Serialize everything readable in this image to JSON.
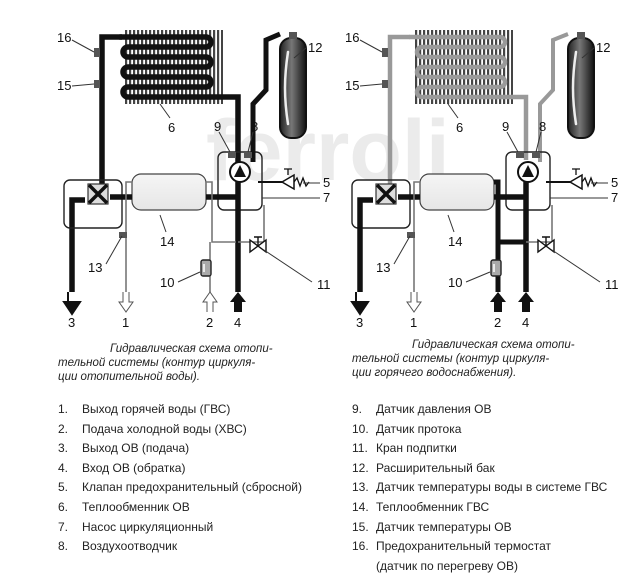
{
  "watermark": "ferroli",
  "diagram_left": {
    "labels": {
      "n16": "16",
      "n15": "15",
      "n6": "6",
      "n12": "12",
      "n9": "9",
      "n8": "8",
      "n5": "5",
      "n7": "7",
      "n14": "14",
      "n13": "13",
      "n10": "10",
      "n11": "11",
      "b3": "3",
      "b1": "1",
      "b2": "2",
      "b4": "4"
    },
    "caption": [
      "Гидравлическая схема отопи-",
      "тельной системы (контур циркуля-",
      "ции отопительной воды)."
    ]
  },
  "diagram_right": {
    "labels": {
      "n16": "16",
      "n15": "15",
      "n6": "6",
      "n12": "12",
      "n9": "9",
      "n8": "8",
      "n5": "5",
      "n7": "7",
      "n14": "14",
      "n13": "13",
      "n10": "10",
      "n11": "11",
      "b3": "3",
      "b1": "1",
      "b2": "2",
      "b4": "4"
    },
    "caption": [
      "Гидравлическая схема отопи-",
      "тельной системы (контур циркуля-",
      "ции горячего водоснабжения)."
    ]
  },
  "legend_left": [
    {
      "num": "1.",
      "text": "Выход горячей воды (ГВС)"
    },
    {
      "num": "2.",
      "text": "Подача холодной воды (ХВС)"
    },
    {
      "num": "3.",
      "text": "Выход ОВ (подача)"
    },
    {
      "num": "4.",
      "text": "Вход ОВ (обратка)"
    },
    {
      "num": "5.",
      "text": "Клапан предохранительный (сбросной)"
    },
    {
      "num": "6.",
      "text": "Теплообменник ОВ"
    },
    {
      "num": "7.",
      "text": "Насос циркуляционный"
    },
    {
      "num": "8.",
      "text": "Воздухоотводчик"
    }
  ],
  "legend_right": [
    {
      "num": "9.",
      "text": "Датчик давления ОВ"
    },
    {
      "num": "10.",
      "text": "Датчик протока"
    },
    {
      "num": "11.",
      "text": "Кран подпитки"
    },
    {
      "num": "12.",
      "text": "Расширительный бак"
    },
    {
      "num": "13.",
      "text": "Датчик температуры воды в системе ГВС"
    },
    {
      "num": "14.",
      "text": "Теплообменник ГВС"
    },
    {
      "num": "15.",
      "text": "Датчик температуры ОВ"
    },
    {
      "num": "16.",
      "text": "Предохранительный термостат"
    },
    {
      "num": "",
      "text": "(датчик по перегреву ОВ)"
    }
  ]
}
